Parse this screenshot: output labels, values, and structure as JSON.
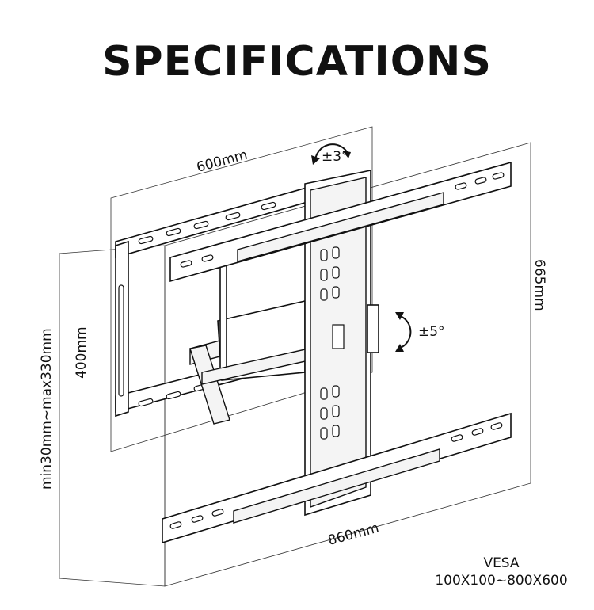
{
  "title": "SPECIFICATIONS",
  "dimensions": {
    "width_top": "600mm",
    "height_right": "665mm",
    "height_left": "400mm",
    "depth": "min30mm~max330mm",
    "width_bottom": "860mm"
  },
  "rotation": {
    "tilt": "±3°",
    "swivel": "±5°"
  },
  "vesa": {
    "label": "VESA",
    "range": "100X100~800X600"
  }
}
